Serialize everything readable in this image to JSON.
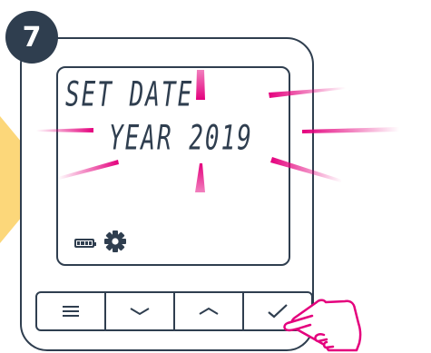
{
  "step": {
    "number": "7"
  },
  "display": {
    "line1": "SET DATE",
    "line2": "YEAR 2019"
  },
  "buttons": [
    {
      "name": "menu-button",
      "icon": "hamburger-icon"
    },
    {
      "name": "down-button",
      "icon": "chevron-down-icon"
    },
    {
      "name": "up-button",
      "icon": "chevron-up-icon"
    },
    {
      "name": "confirm-button",
      "icon": "checkmark-icon"
    }
  ],
  "colors": {
    "outline": "#2f3e4f",
    "highlight": "#e4007d",
    "arrow": "#fcd77a",
    "hand": "#e4007d"
  },
  "icons": {
    "battery": "battery-icon",
    "settings": "gear-icon",
    "pointer": "hand-pointer-icon"
  }
}
